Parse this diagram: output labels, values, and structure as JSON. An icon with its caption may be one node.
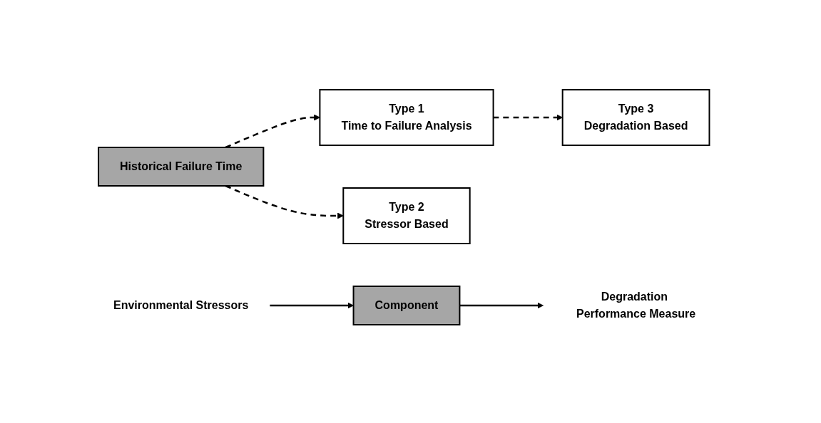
{
  "diagram": {
    "nodes": [
      {
        "text": [
          "Historical Failure Time"
        ]
      },
      {
        "text": [
          "Type 1",
          "Time to Failure Analysis"
        ]
      },
      {
        "text": [
          "Environmental Stressors"
        ]
      },
      {
        "text": [
          "Component"
        ]
      },
      {
        "text": [
          "Degradation Performance Measure"
        ]
      },
      {
        "text": [
          "Type 2",
          "Stressor Based"
        ]
      },
      {
        "text": [
          "Type 3",
          "Degradation Based"
        ]
      }
    ],
    "edges": [
      {
        "from": 0,
        "to": 1,
        "arrow": "to",
        "style": "dashed"
      },
      {
        "from": 2,
        "to": 3,
        "arrow": "to"
      },
      {
        "from": 3,
        "to": 4,
        "arrow": "to"
      },
      {
        "from": 0,
        "to": 5,
        "arrow": "to",
        "style": "dashed"
      },
      {
        "from": 1,
        "to": 6,
        "arrow": "to",
        "style": "dashed"
      }
    ]
  }
}
